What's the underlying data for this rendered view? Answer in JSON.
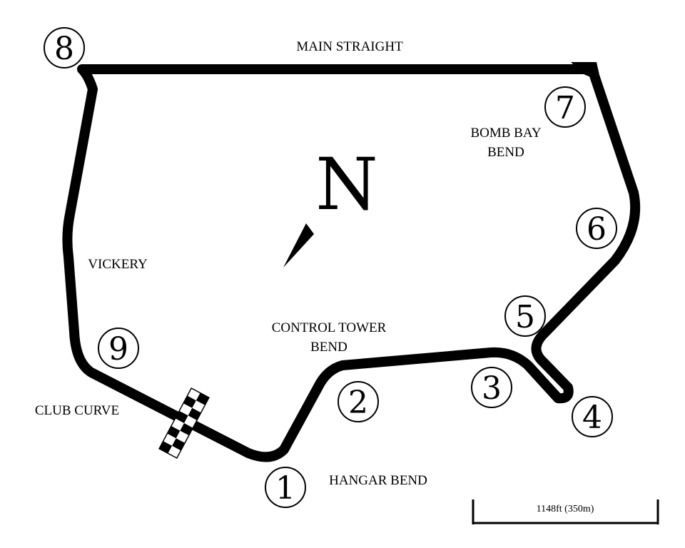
{
  "map": {
    "corners": [
      {
        "number": "1"
      },
      {
        "number": "2"
      },
      {
        "number": "3"
      },
      {
        "number": "4"
      },
      {
        "number": "5"
      },
      {
        "number": "6"
      },
      {
        "number": "7"
      },
      {
        "number": "8"
      },
      {
        "number": "9"
      }
    ],
    "labels": {
      "main_straight": "MAIN STRAIGHT",
      "bomb_bay_line1": "BOMB BAY",
      "bomb_bay_line2": "BEND",
      "vickery": "VICKERY",
      "control_tower_line1": "CONTROL TOWER",
      "control_tower_line2": "BEND",
      "club_curve": "CLUB CURVE",
      "hangar_bend": "HANGAR BEND"
    },
    "north": {
      "letter": "N",
      "icon": "north-arrow-icon"
    },
    "scale_bar": {
      "text": "1148ft (350m)"
    },
    "start_finish": {
      "icon": "checkered-flag-icon"
    },
    "colors": {
      "track": "#000000",
      "background": "#ffffff"
    }
  }
}
